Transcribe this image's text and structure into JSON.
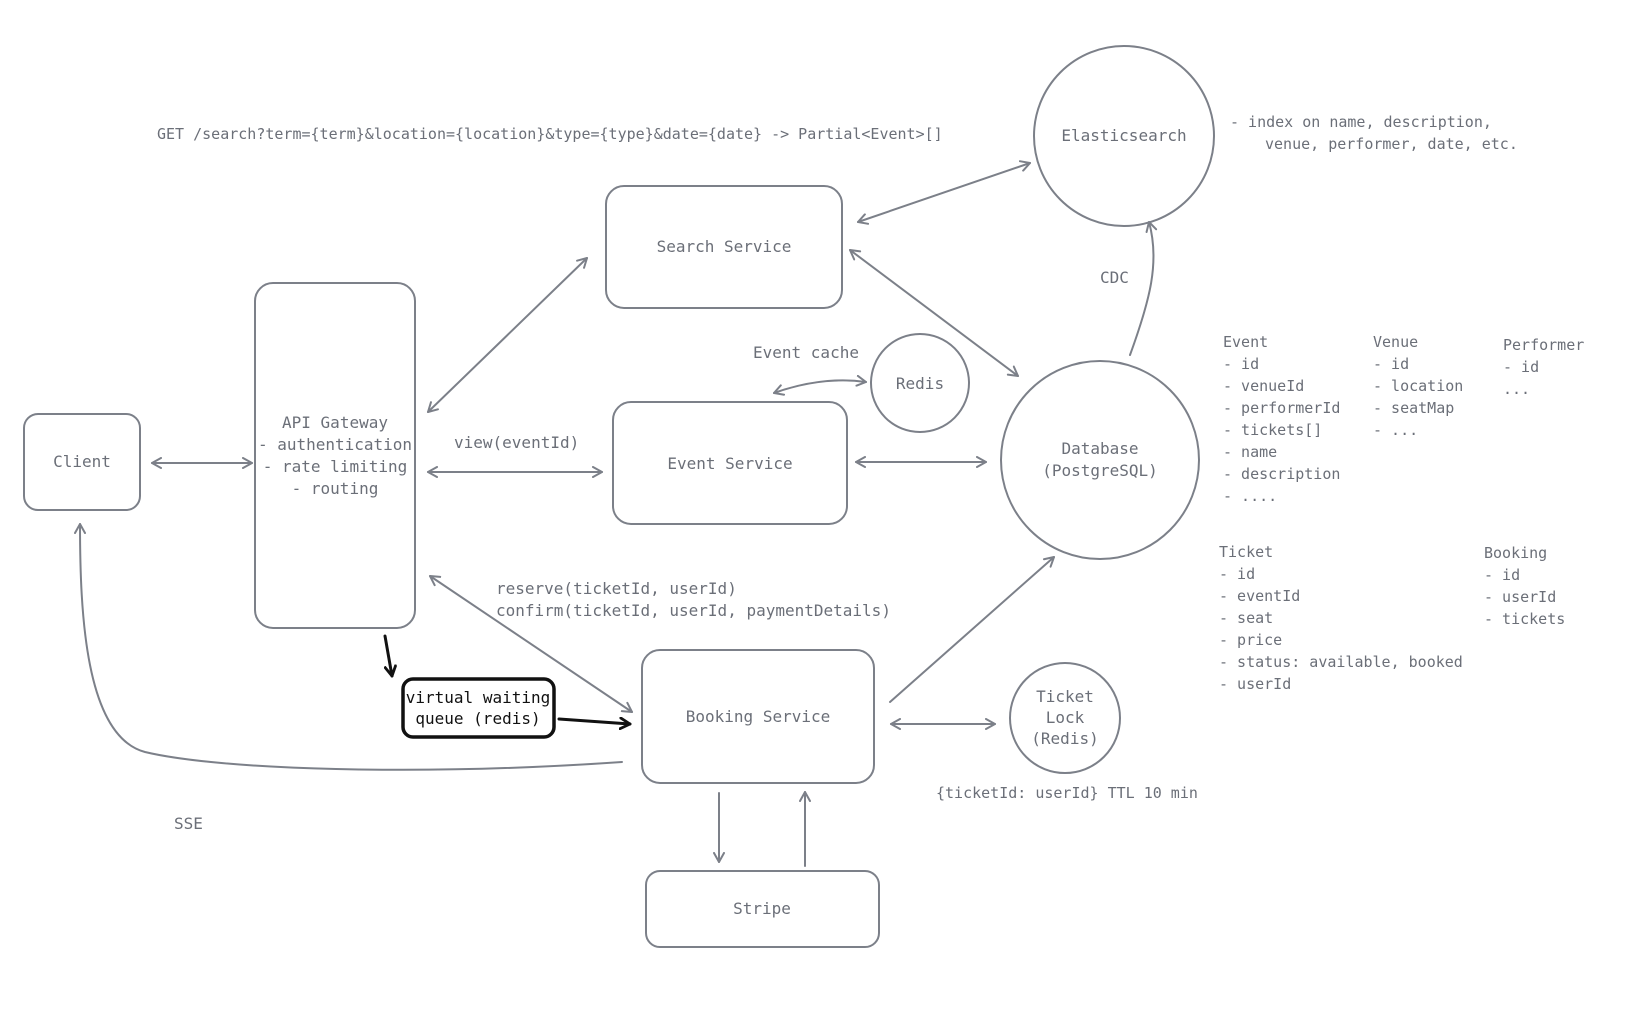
{
  "nodes": {
    "client": "Client",
    "api_gateway": {
      "title": "API Gateway",
      "lines": [
        "- authentication",
        "- rate limiting",
        "- routing"
      ]
    },
    "search_service": "Search Service",
    "event_service": "Event Service",
    "booking_service": "Booking Service",
    "stripe": "Stripe",
    "virtual_queue": [
      "virtual waiting",
      "queue (redis)"
    ],
    "elasticsearch": "Elasticsearch",
    "redis": "Redis",
    "database": [
      "Database",
      "(PostgreSQL)"
    ],
    "ticket_lock": [
      "Ticket",
      "Lock",
      "(Redis)"
    ]
  },
  "labels": {
    "search_endpoint": "GET /search?term={term}&location={location}&type={type}&date={date} -> Partial<Event>[]",
    "elasticsearch_note": [
      "- index on name, description,",
      "venue, performer, date, etc."
    ],
    "cdc": "CDC",
    "event_cache": "Event cache",
    "view_event": "view(eventId)",
    "reserve": "reserve(ticketId, userId)",
    "confirm": "confirm(ticketId, userId, paymentDetails)",
    "ticket_lock_note": "{ticketId: userId} TTL 10 min",
    "sse": "SSE"
  },
  "schema": {
    "event": {
      "title": "Event",
      "fields": [
        "- id",
        "- venueId",
        "- performerId",
        "- tickets[]",
        "- name",
        "- description",
        "- ...."
      ]
    },
    "venue": {
      "title": "Venue",
      "fields": [
        "- id",
        "- location",
        "- seatMap",
        "- ..."
      ]
    },
    "performer": {
      "title": "Performer",
      "fields": [
        "- id",
        "..."
      ]
    },
    "ticket": {
      "title": "Ticket",
      "fields": [
        "- id",
        "- eventId",
        "- seat",
        "- price",
        "- status: available, booked",
        "- userId"
      ]
    },
    "booking": {
      "title": "Booking",
      "fields": [
        "- id",
        "- userId",
        "- tickets"
      ]
    }
  },
  "colors": {
    "stroke": "#7c8089",
    "text": "#6b6f78",
    "highlight": "#111111",
    "background": "#ffffff"
  }
}
